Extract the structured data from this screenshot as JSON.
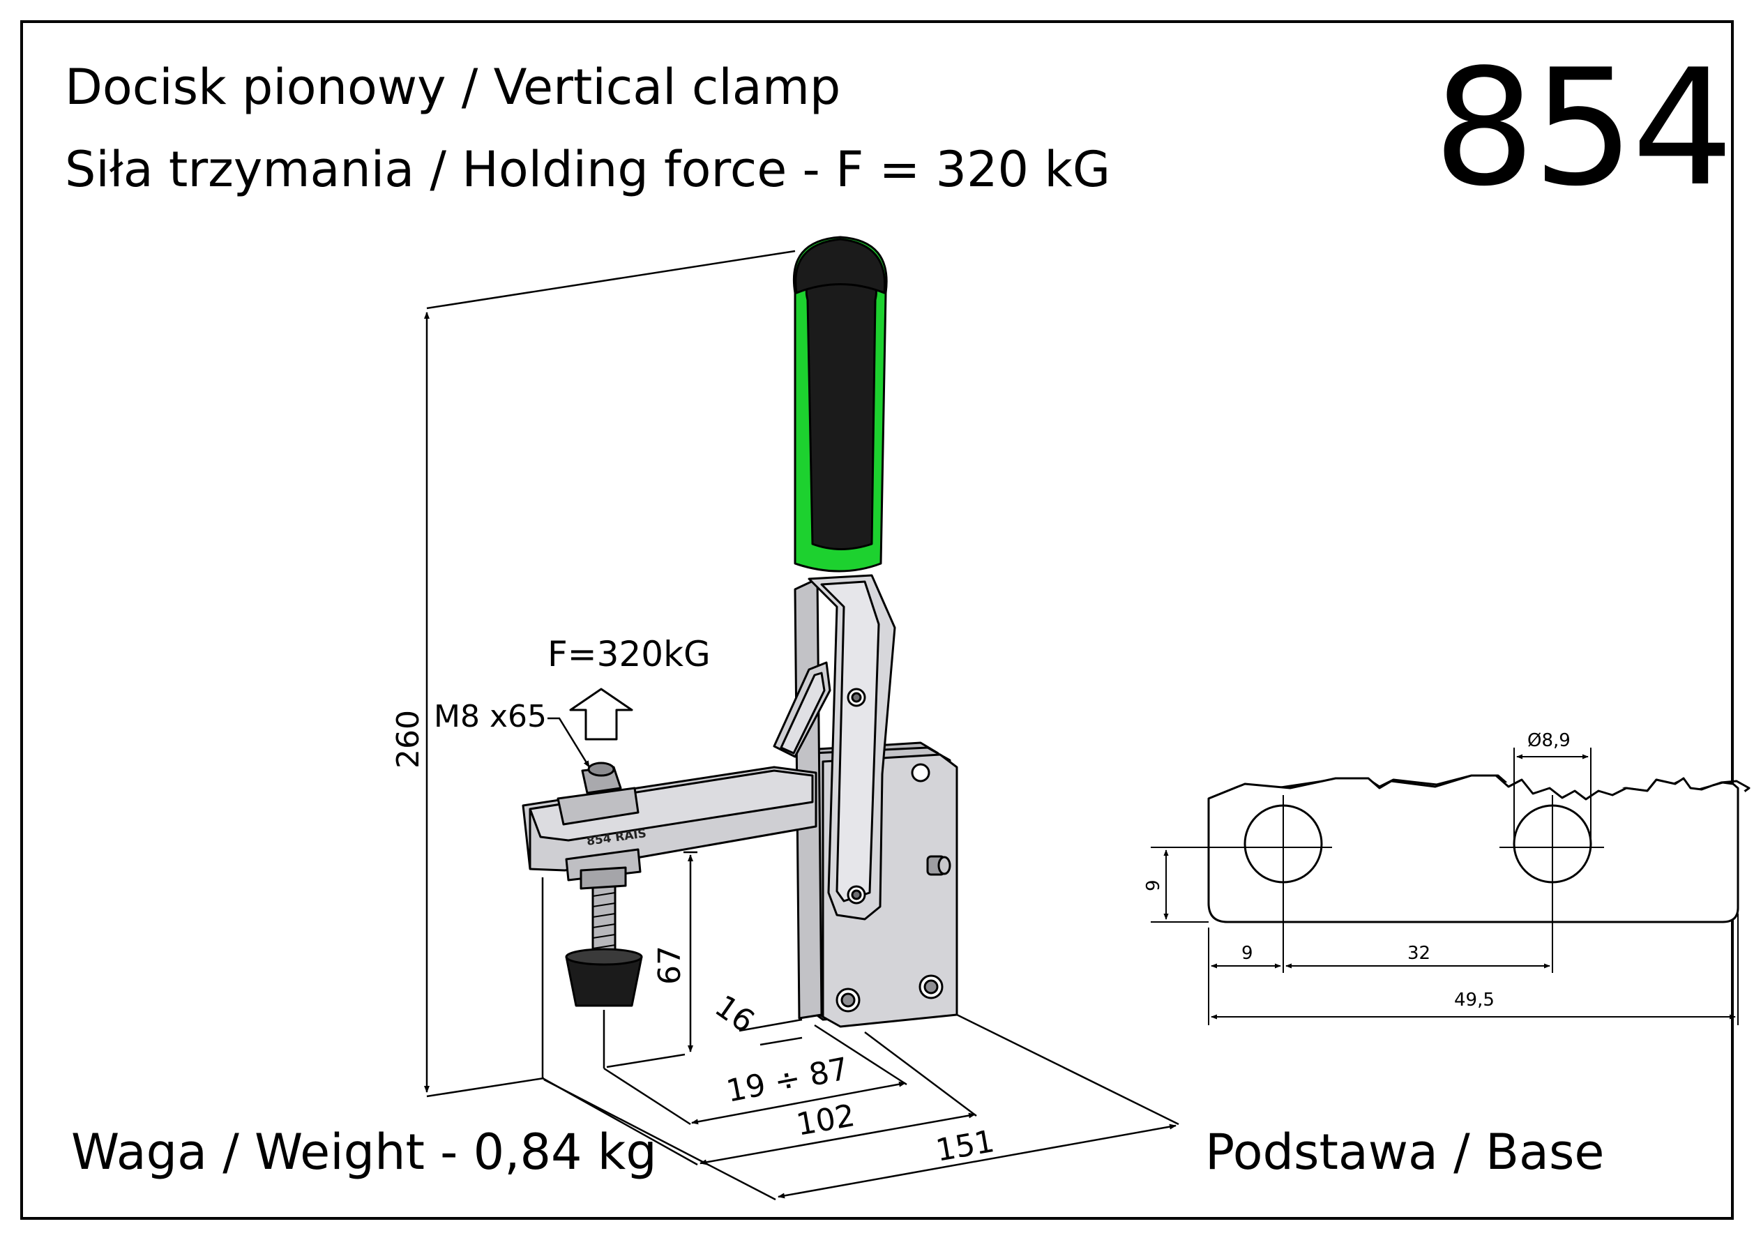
{
  "header": {
    "title": "Docisk pionowy / Vertical clamp",
    "holding_force": "Siła trzymania / Holding force - F = 320 kG",
    "model_number": "854"
  },
  "footer": {
    "weight": "Waga / Weight - 0,84 kg",
    "base_label": "Podstawa / Base"
  },
  "clamp_view": {
    "force_label": "F=320kG",
    "spindle_label": "M8 x65",
    "engraving": "854 RAIS",
    "dimensions": {
      "height": "260",
      "spindle_height": "67",
      "offset": "16",
      "adjust_range": "19 ÷ 87",
      "arm_reach": "102",
      "overall_length": "151"
    }
  },
  "base_view": {
    "dimensions": {
      "hole_diameter": "Ø8,9",
      "hole_height": "9",
      "edge_to_hole": "9",
      "hole_spacing": "32",
      "base_length": "49,5"
    }
  },
  "colors": {
    "handle_green": "#1dd12f",
    "handle_black": "#1b1b1b",
    "steel": "#cfcfd3"
  }
}
